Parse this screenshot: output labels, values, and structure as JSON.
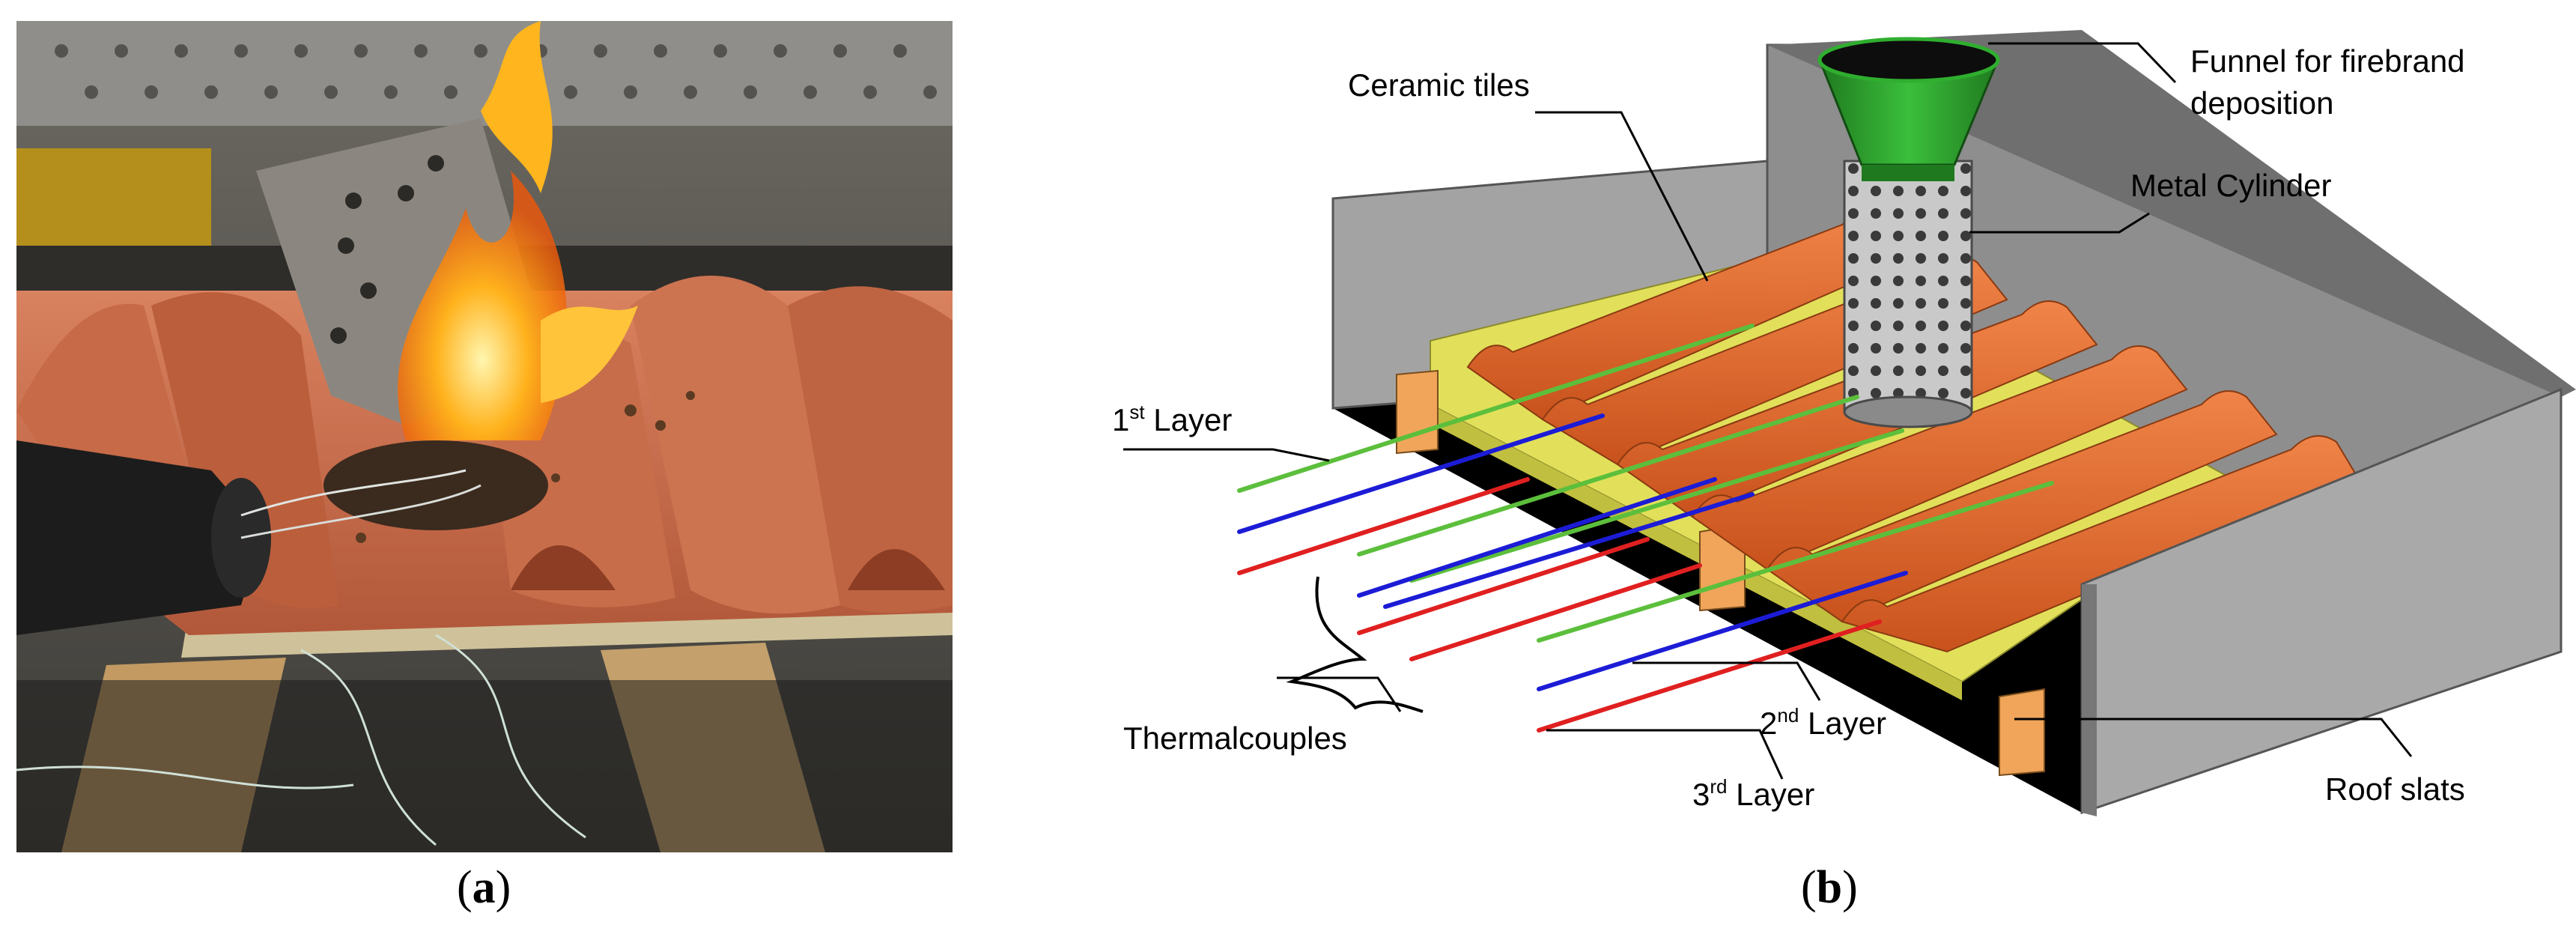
{
  "panel_a": {
    "caption_letter": "a"
  },
  "panel_b": {
    "caption_letter": "b",
    "labels": {
      "ceramic_tiles": "Ceramic tiles",
      "funnel_line1": "Funnel for firebrand",
      "funnel_line2": "deposition",
      "metal_cylinder": "Metal Cylinder",
      "layer1_num": "1",
      "layer1_sup": "st",
      "layer1_text": " Layer",
      "layer2_num": "2",
      "layer2_sup": "nd",
      "layer2_text": " Layer",
      "layer3_num": "3",
      "layer3_sup": "rd",
      "layer3_text": " Layer",
      "thermocouples": "Thermalcouples",
      "roof_slats": "Roof slats"
    },
    "colors": {
      "tile": "#e8692a",
      "tile_dark": "#c2501a",
      "panel_yellow": "#e4e35a",
      "slat": "#f0a55a",
      "wall": "#a6a6a6",
      "funnel": "#2e9e2e",
      "wire_green": "#5cbf3c",
      "wire_blue": "#1c1cd6",
      "wire_red": "#e02020"
    }
  }
}
